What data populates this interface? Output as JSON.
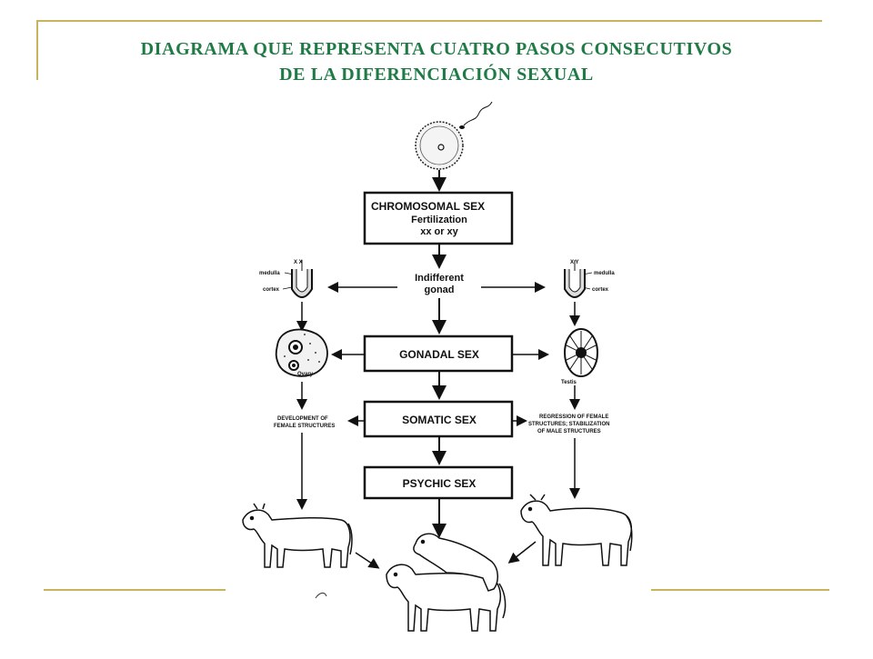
{
  "title": {
    "line1": "DIAGRAMA QUE REPRESENTA CUATRO PASOS CONSECUTIVOS",
    "line2": "DE LA DIFERENCIACIÓN SEXUAL"
  },
  "colors": {
    "title": "#1f7a45",
    "rule": "#c8b45a",
    "ink": "#111111"
  },
  "diagram": {
    "chromosomal": {
      "label": "CHROMOSOMAL SEX",
      "sub1": "Fertilization",
      "sub2": "xx or xy"
    },
    "indifferent": {
      "line1": "Indifferent",
      "line2": "gonad"
    },
    "gonadal": {
      "label": "GONADAL SEX"
    },
    "somatic": {
      "label": "SOMATIC SEX"
    },
    "psychic": {
      "label": "PSYCHIC SEX"
    },
    "left": {
      "chromosomes": "X X",
      "medulla": "medulla",
      "cortex": "cortex",
      "gonad": "Ovary",
      "dev1": "DEVELOPMENT OF",
      "dev2": "FEMALE STRUCTURES"
    },
    "right": {
      "chromosomes": "X Y",
      "medulla": "medulla",
      "cortex": "cortex",
      "gonad": "Testis",
      "dev1": "REGRESSION OF FEMALE",
      "dev2": "STRUCTURES; STABILIZATION",
      "dev3": "OF MALE STRUCTURES"
    }
  }
}
